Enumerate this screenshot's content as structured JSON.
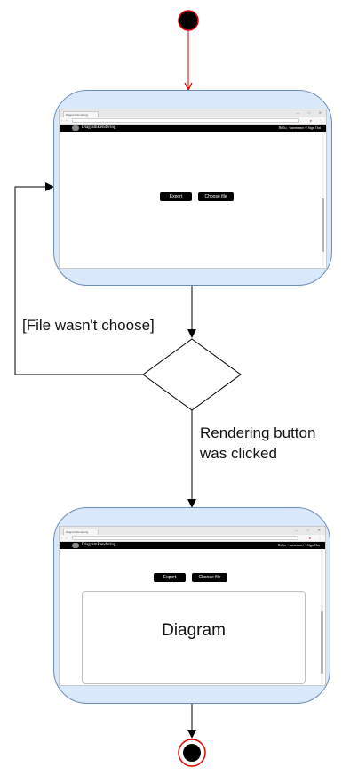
{
  "diagram": {
    "guard_file_not_chosen": "[File wasn't choose]",
    "transition_render": [
      "Rendering button",
      "was clicked"
    ]
  },
  "browser": {
    "tab_title": "DiagramRendering",
    "window_controls": [
      "—",
      "□",
      "✕"
    ],
    "brand": "DiagramRendering",
    "user_area": "Hello, <username>!   Sign Out",
    "export_label": "Export",
    "choose_file_label": "Choose file"
  },
  "diagram_preview": {
    "label": "Diagram"
  },
  "colors": {
    "state_fill": "#dae8fc",
    "state_stroke": "#6c8ebf",
    "initial_fill": "#e00000",
    "arrow_red": "#e00000",
    "arrow_black": "#000000"
  }
}
